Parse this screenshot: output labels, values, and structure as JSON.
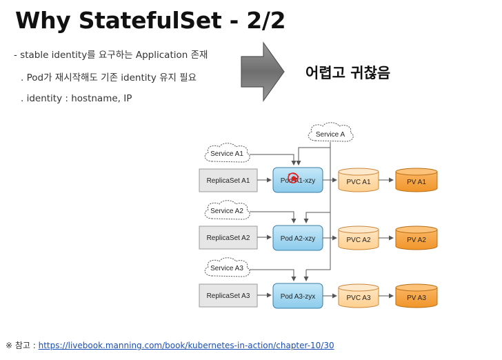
{
  "slide": {
    "title": "Why StatefulSet - 2/2",
    "bullets": [
      "- stable identity를 요구하는 Application 존재",
      ". Pod가 재시작해도 기존 identity 유지 필요",
      ". identity : hostname, IP"
    ],
    "callout": "어렵고 귀찮음",
    "reference_prefix": "※ 참고 : ",
    "reference_link": "https://livebook.manning.com/book/kubernetes-in-action/chapter-10/30"
  },
  "diagram": {
    "top_service": "Service A",
    "rows": [
      {
        "service": "Service A1",
        "replicaset": "ReplicaSet A1",
        "pod": "Pod A1-xzy",
        "pvc": "PVC A1",
        "pv": "PV A1"
      },
      {
        "service": "Service A2",
        "replicaset": "ReplicaSet A2",
        "pod": "Pod A2-xzy",
        "pvc": "PVC A2",
        "pv": "PV A2"
      },
      {
        "service": "Service A3",
        "replicaset": "ReplicaSet A3",
        "pod": "Pod A3-zyx",
        "pvc": "PVC A3",
        "pv": "PV A3"
      }
    ],
    "colors": {
      "pod_fill": "#a9d8f0",
      "pod_stroke": "#3a7ca5",
      "pvc_fill": "#ffd9a6",
      "pv_fill": "#f7a440",
      "replicaset_fill": "#e6e6e6",
      "arrow": "#7f7f7f",
      "connector": "#555555",
      "annotation_mark": "#e02020"
    }
  }
}
